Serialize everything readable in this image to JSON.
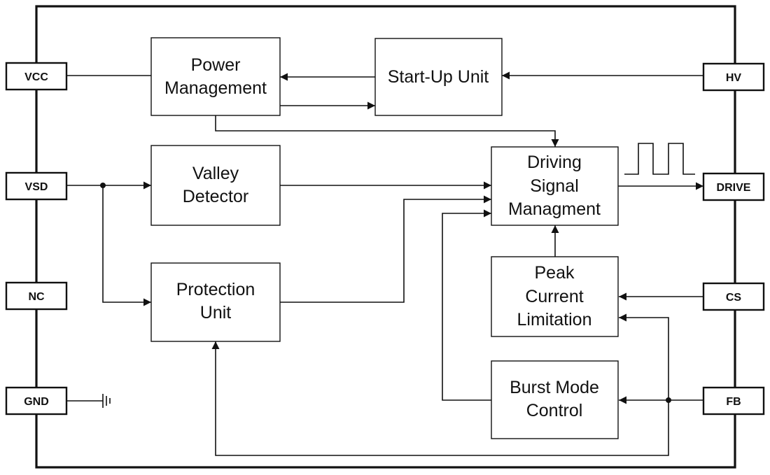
{
  "blocks": {
    "power_management": [
      "Power",
      "Management"
    ],
    "start_up_unit": [
      "Start-Up Unit"
    ],
    "valley_detector": [
      "Valley",
      "Detector"
    ],
    "driving_signal_management": [
      "Driving",
      "Signal",
      "Managment"
    ],
    "protection_unit": [
      "Protection",
      "Unit"
    ],
    "peak_current_limitation": [
      "Peak",
      "Current",
      "Limitation"
    ],
    "burst_mode_control": [
      "Burst Mode",
      "Control"
    ]
  },
  "pins": {
    "vcc": "VCC",
    "vsd": "VSD",
    "nc": "NC",
    "gnd": "GND",
    "hv": "HV",
    "drive": "DRIVE",
    "cs": "CS",
    "fb": "FB"
  },
  "colors": {
    "line": "#111111",
    "background": "#ffffff"
  },
  "icons": [
    "ground-icon",
    "pulse-waveform-icon"
  ]
}
